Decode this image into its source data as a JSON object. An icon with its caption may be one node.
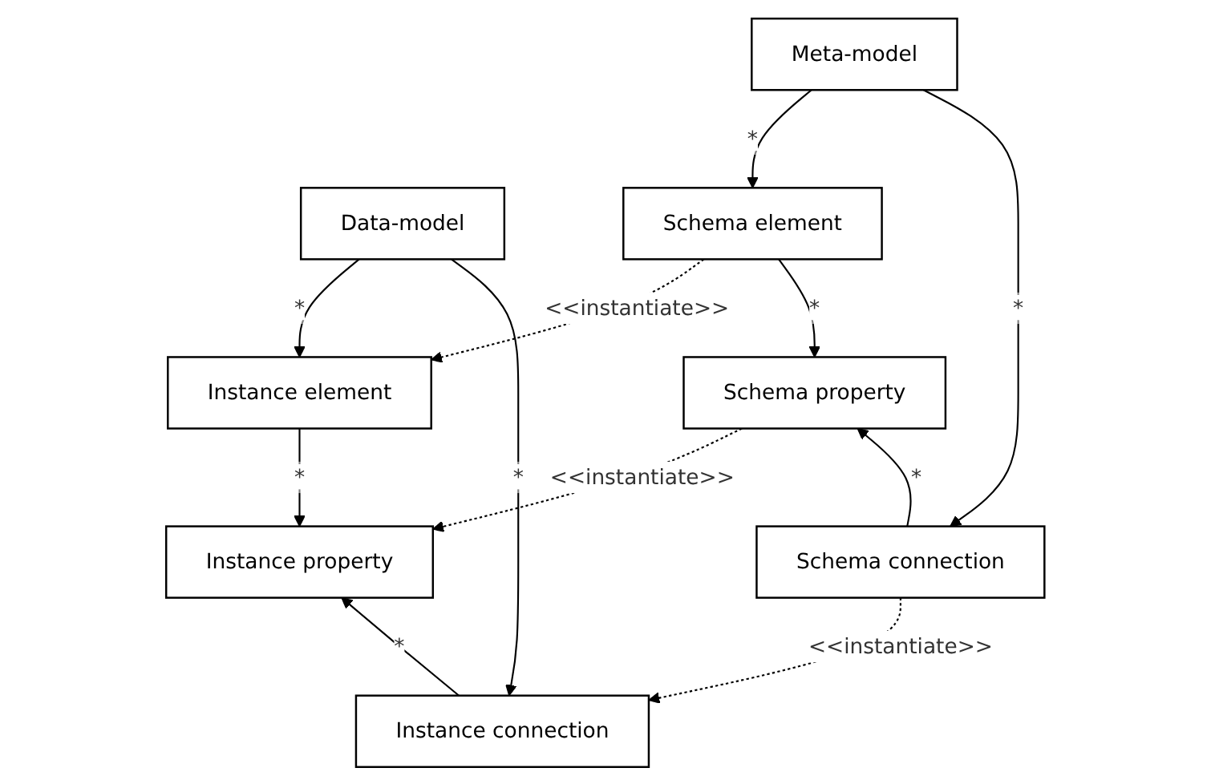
{
  "diagram": {
    "nodes": [
      {
        "text": [
          "Meta-model"
        ]
      },
      {
        "text": [
          "Data-model"
        ]
      },
      {
        "text": [
          "Schema element"
        ]
      },
      {
        "text": [
          "Instance element"
        ]
      },
      {
        "text": [
          "Schema property"
        ]
      },
      {
        "text": [
          "Instance property"
        ]
      },
      {
        "text": [
          "Schema connection"
        ]
      },
      {
        "text": [
          "Instance connection"
        ]
      }
    ],
    "edges": [
      {
        "from": 0,
        "to": 2,
        "arrow": "to",
        "label": "*"
      },
      {
        "from": 1,
        "to": 3,
        "arrow": "to",
        "label": "*"
      },
      {
        "from": 2,
        "to": 3,
        "arrow": "to",
        "label": "<<instantiate>>",
        "style": "dashed"
      },
      {
        "from": 2,
        "to": 4,
        "arrow": "to",
        "label": "*"
      },
      {
        "from": 3,
        "to": 5,
        "arrow": "to",
        "label": "*"
      },
      {
        "from": 4,
        "to": 5,
        "arrow": "to",
        "label": "<<instantiate>>",
        "style": "dashed"
      },
      {
        "from": 6,
        "to": 4,
        "arrow": "to",
        "label": "*"
      },
      {
        "from": 7,
        "to": 5,
        "arrow": "to",
        "label": "*"
      },
      {
        "from": 0,
        "to": 6,
        "arrow": "to",
        "label": "*"
      },
      {
        "from": 6,
        "to": 7,
        "arrow": "to",
        "label": "<<instantiate>>",
        "style": "dashed"
      },
      {
        "from": 1,
        "to": 7,
        "arrow": "to",
        "label": "*"
      }
    ]
  }
}
